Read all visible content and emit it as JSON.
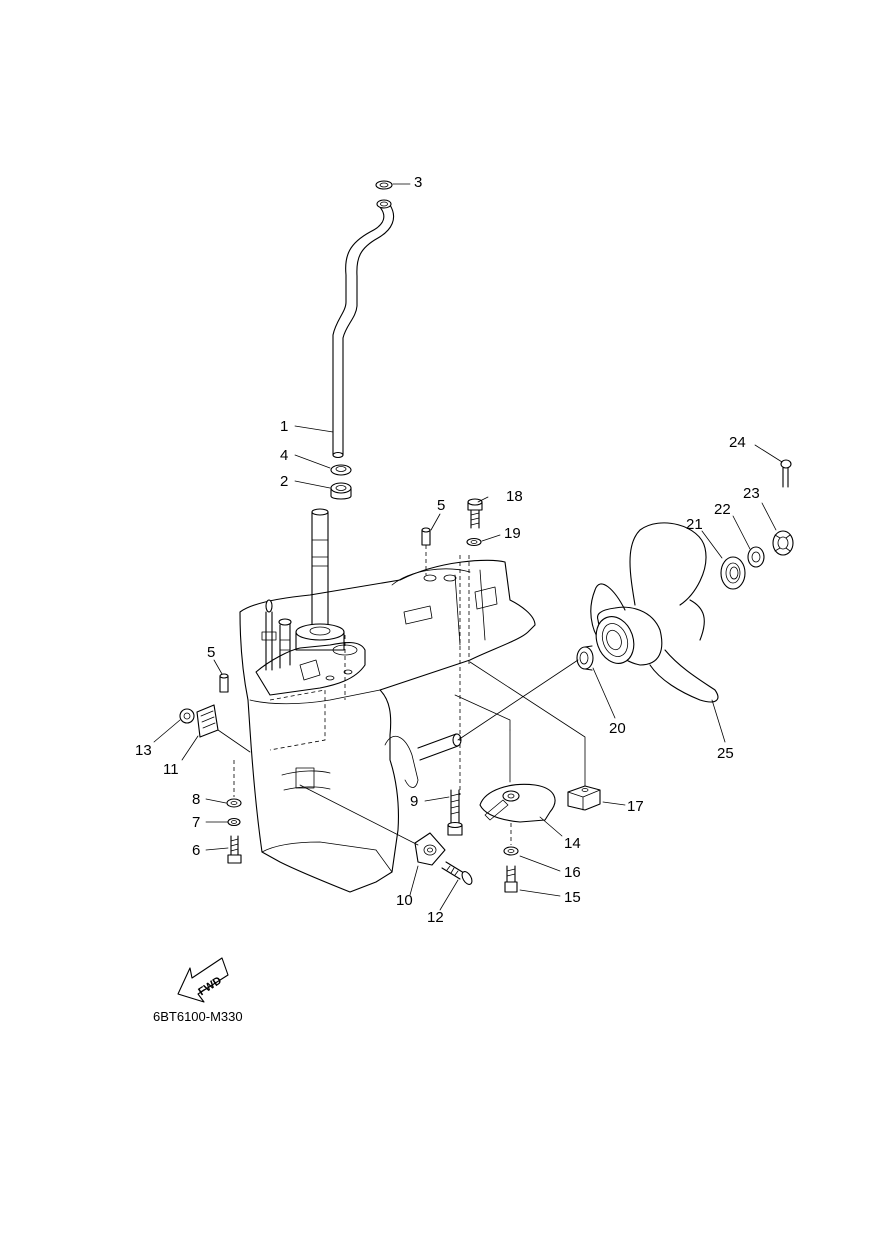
{
  "diagram": {
    "drawing_code": "6BT6100-M330",
    "fwd_label": "FWD",
    "callouts": [
      "1",
      "2",
      "3",
      "4",
      "5",
      "5",
      "6",
      "7",
      "8",
      "9",
      "10",
      "11",
      "12",
      "13",
      "14",
      "15",
      "16",
      "17",
      "18",
      "19",
      "20",
      "21",
      "22",
      "23",
      "24",
      "25"
    ]
  }
}
